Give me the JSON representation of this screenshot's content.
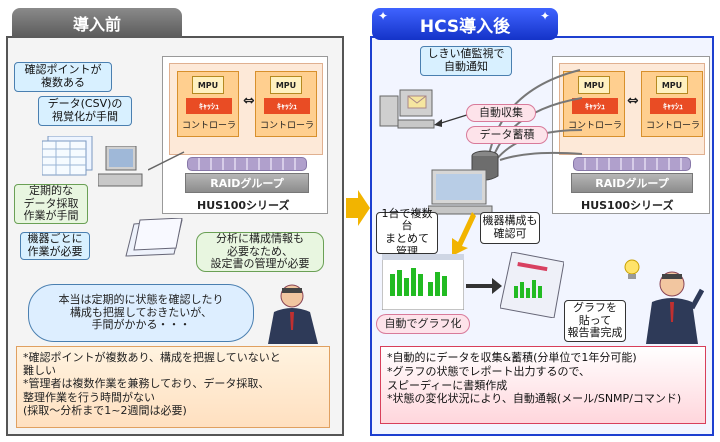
{
  "left": {
    "title": "導入前",
    "callouts": {
      "points": "確認ポイントが\n複数ある",
      "csv": "データ(CSV)の\n視覚化が手間",
      "periodic": "定期的な\nデータ採取\n作業が手間",
      "perdevice": "機器ごとに\n作業が必要",
      "config": "分析に構成情報も\n必要なため、\n設定書の管理が必要"
    },
    "thought": "本当は定期的に状態を確認したり\n構成も把握しておきたいが、\n手間がかかる・・・",
    "notes": "*確認ポイントが複数あり、構成を把握していないと\n  難しい\n*管理者は複数作業を兼務しており、データ採取、\n  整理作業を行う時間がない\n  (採取～分析まで1~2週間は必要)"
  },
  "right": {
    "title": "HCS導入後",
    "callouts": {
      "threshold": "しきい値監視で\n自動通知",
      "autocollect": "自動収集",
      "accumulate": "データ蓄積",
      "multi": "1台で複数台\nまとめて\n管理",
      "config": "機器構成も\n確認可",
      "graph": "自動でグラフ化",
      "report": "グラフを\n貼って\n報告書完成"
    },
    "notes": "*自動的にデータを収集&蓄積(分単位で1年分可能)\n*グラフの状態でレポート出力するので、\n  スピーディーに書類作成\n*状態の変化状況により、自動通報(メール/SNMP/コマンド)"
  },
  "storage": {
    "mpu": "MPU",
    "cache": "ｷｬｯｼｭ",
    "controller": "コントローラ",
    "raid": "RAIDグループ",
    "series": "HUS100シリーズ",
    "swap": "⇔"
  },
  "colors": {
    "accent_blue": "#1d3fd0",
    "accent_gray": "#5a5a5a",
    "arrow": "#f2b400"
  }
}
